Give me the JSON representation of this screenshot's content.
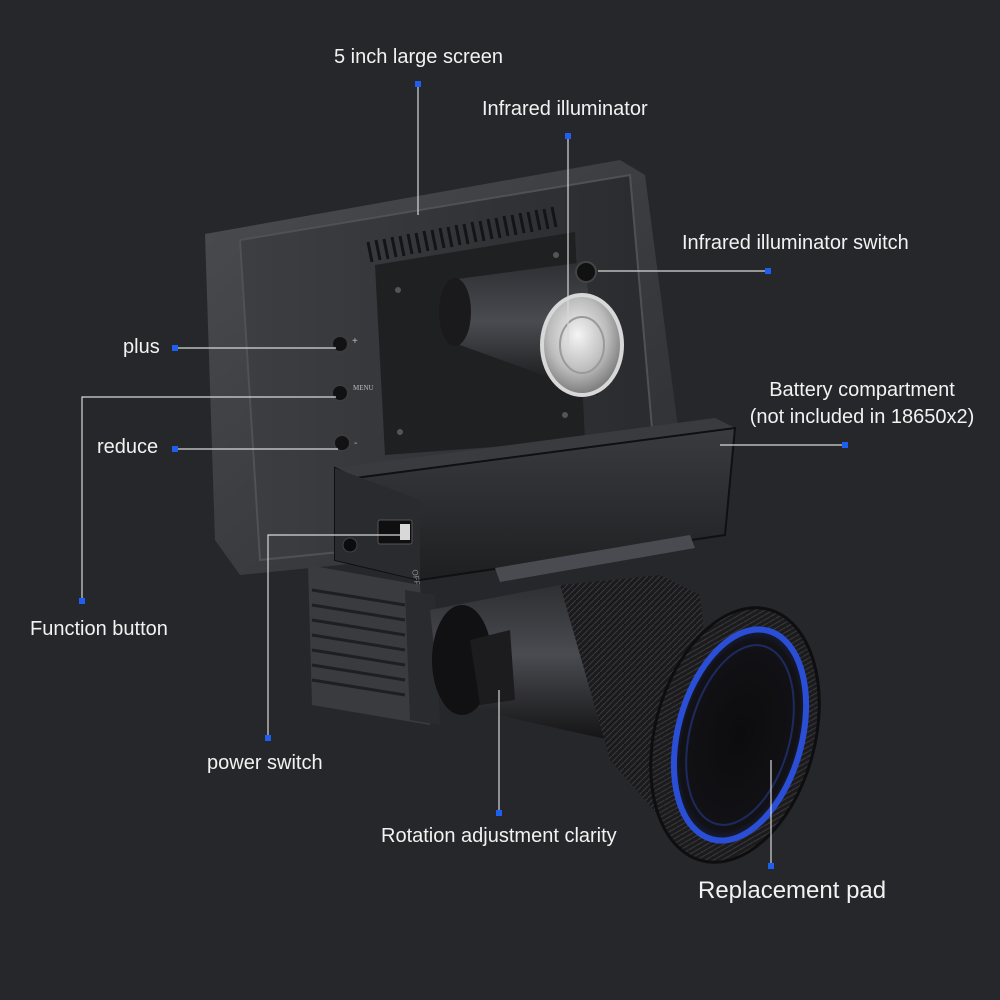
{
  "labels": {
    "screen": "5 inch large screen",
    "ir_illuminator": "Infrared illuminator",
    "ir_switch": "Infrared illuminator switch",
    "plus": "plus",
    "reduce": "reduce",
    "battery_line1": "Battery compartment",
    "battery_line2": "(not included in 18650x2)",
    "function_button": "Function button",
    "power_switch": "power switch",
    "rotation": "Rotation adjustment clarity",
    "replacement_pad": "Replacement pad"
  },
  "device_markings": {
    "menu": "MENU",
    "plus_sign": "+",
    "minus_sign": "-",
    "switch_off": "OFF"
  },
  "colors": {
    "background": "#26272a",
    "leader_line": "#d8d8d8",
    "marker": "#1e5ef0",
    "text": "#f2f2f2",
    "eyecup_ring": "#2a4fd6"
  }
}
